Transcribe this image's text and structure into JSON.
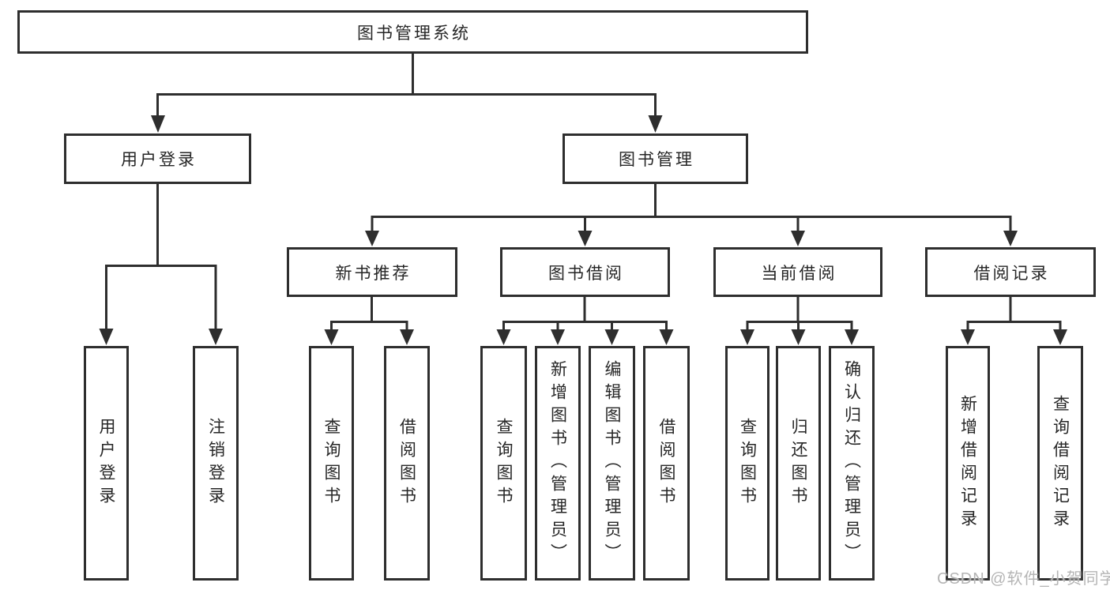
{
  "tree": {
    "root": {
      "label": "图书管理系统"
    },
    "level2": [
      {
        "label": "用户登录",
        "children": [
          {
            "label": "用户登录"
          },
          {
            "label": "注销登录"
          }
        ]
      },
      {
        "label": "图书管理",
        "children": [
          {
            "label": "新书推荐",
            "children": [
              {
                "label": "查询图书"
              },
              {
                "label": "借阅图书"
              }
            ]
          },
          {
            "label": "图书借阅",
            "children": [
              {
                "label": "查询图书"
              },
              {
                "label": "新增图书（管理员）"
              },
              {
                "label": "编辑图书（管理员）"
              },
              {
                "label": "借阅图书"
              }
            ]
          },
          {
            "label": "当前借阅",
            "children": [
              {
                "label": "查询图书"
              },
              {
                "label": "归还图书"
              },
              {
                "label": "确认归还（管理员）"
              }
            ]
          },
          {
            "label": "借阅记录",
            "children": [
              {
                "label": "新增借阅记录"
              },
              {
                "label": "查询借阅记录"
              }
            ]
          }
        ]
      }
    ]
  },
  "colors": {
    "line": "#2e2e2e",
    "text": "#262626",
    "watermark": "#b5b5b5",
    "background": "#ffffff"
  },
  "watermark": "CSDN @软件_小贺同学"
}
